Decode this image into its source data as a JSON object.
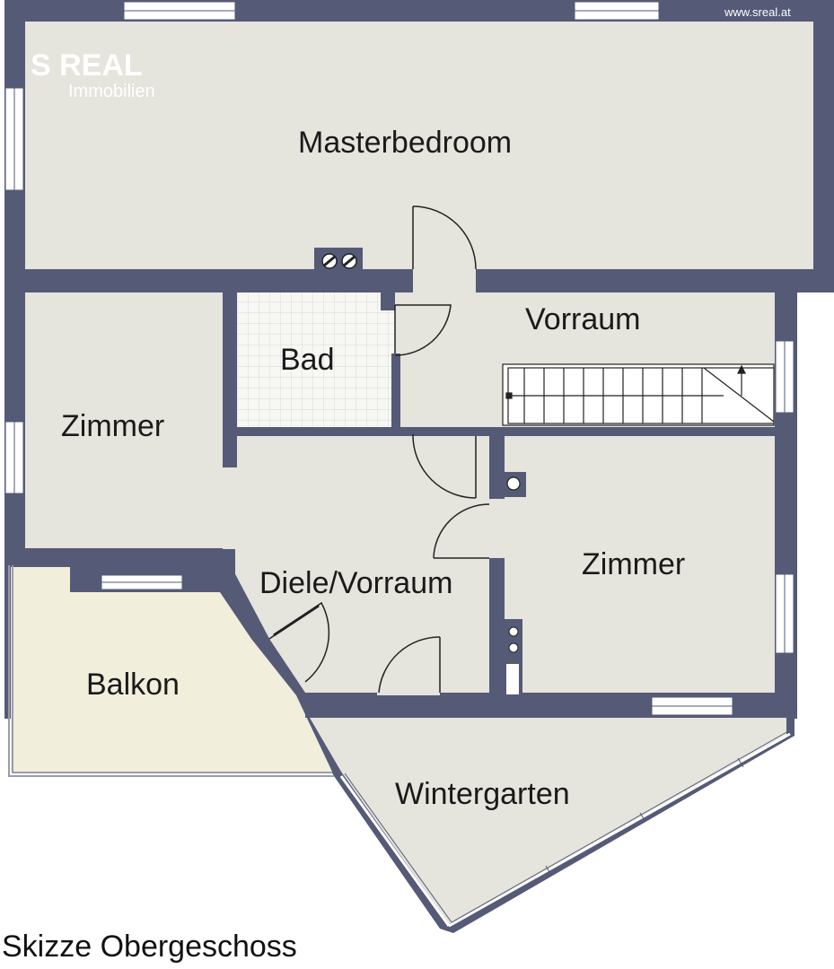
{
  "website": "www.sreal.at",
  "logo": {
    "brand": "S REAL",
    "sub": "Immobilien"
  },
  "rooms": {
    "masterbedroom": "Masterbedroom",
    "vorraum": "Vorraum",
    "bad": "Bad",
    "zimmer_left": "Zimmer",
    "zimmer_right": "Zimmer",
    "diele": "Diele/Vorraum",
    "balkon": "Balkon",
    "wintergarten": "Wintergarten"
  },
  "caption": "Skizze Obergeschoss",
  "colors": {
    "wall": "#555a77",
    "floor": "#e5e4dd",
    "balcony": "#f1eedc",
    "tile": "#f5f5f2",
    "window": "#ffffff",
    "text": "#1a1a1a"
  }
}
